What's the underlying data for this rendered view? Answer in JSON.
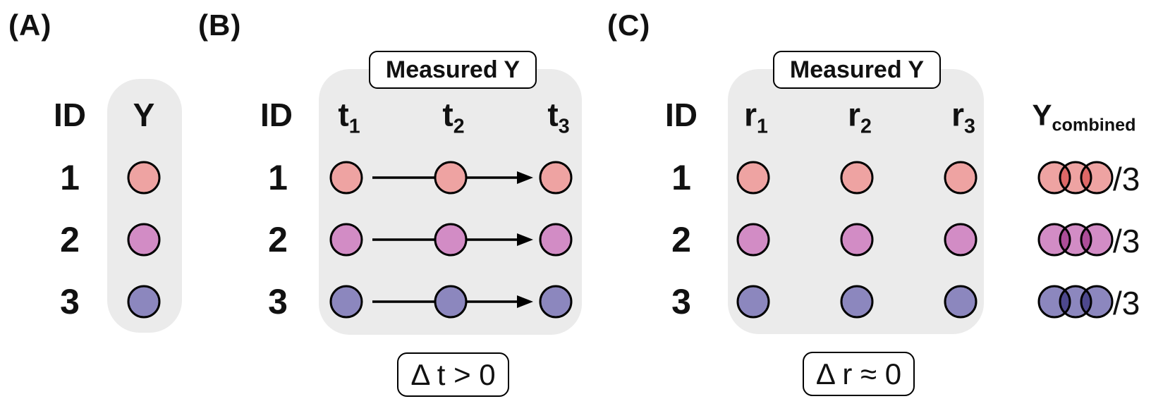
{
  "figure": {
    "panel_a": {
      "label": "(A)",
      "id_header": "ID",
      "y_header": "Y",
      "row_ids": [
        "1",
        "2",
        "3"
      ]
    },
    "panel_b": {
      "label": "(B)",
      "id_header": "ID",
      "box_title": "Measured Y",
      "columns": [
        {
          "base": "t",
          "sub": "1"
        },
        {
          "base": "t",
          "sub": "2"
        },
        {
          "base": "t",
          "sub": "3"
        }
      ],
      "row_ids": [
        "1",
        "2",
        "3"
      ],
      "caption": "Δ t > 0"
    },
    "panel_c": {
      "label": "(C)",
      "id_header": "ID",
      "box_title": "Measured Y",
      "columns": [
        {
          "base": "r",
          "sub": "1"
        },
        {
          "base": "r",
          "sub": "2"
        },
        {
          "base": "r",
          "sub": "3"
        }
      ],
      "row_ids": [
        "1",
        "2",
        "3"
      ],
      "caption": "Δ r ≈ 0"
    },
    "combined": {
      "header": {
        "base": "Y",
        "sub": "combined"
      },
      "divisor_row1": "/3",
      "divisor_row2": "/3",
      "divisor_row3": "/3"
    }
  },
  "colors": {
    "subject_1": "#EEA3A2",
    "subject_2": "#D28CC5",
    "subject_3": "#8C87BE",
    "panel_background": "#EBEBEB",
    "outline": "#000000"
  }
}
